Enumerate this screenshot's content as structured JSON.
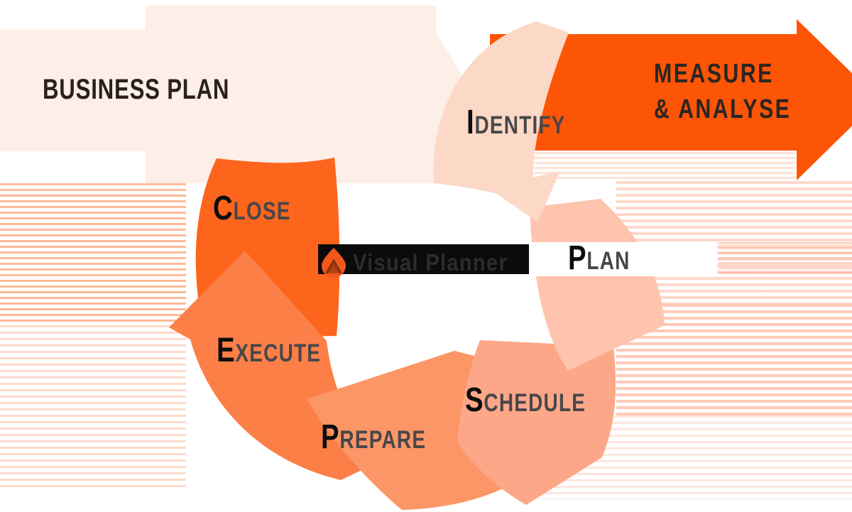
{
  "banner": {
    "label": "BUSINESS PLAN"
  },
  "measure_arrow": {
    "line1": "MEASURE",
    "line2": "& ANALYSE"
  },
  "logo": {
    "text": "Visual Planner",
    "icon": "flame-icon"
  },
  "cycle": {
    "direction": "clockwise",
    "steps": [
      {
        "id": "identify",
        "initial": "I",
        "rest": "DENTIFY"
      },
      {
        "id": "plan",
        "initial": "P",
        "rest": "LAN"
      },
      {
        "id": "schedule",
        "initial": "S",
        "rest": "CHEDULE"
      },
      {
        "id": "prepare",
        "initial": "P",
        "rest": "REPARE"
      },
      {
        "id": "execute",
        "initial": "E",
        "rest": "XECUTE"
      },
      {
        "id": "close",
        "initial": "C",
        "rest": "LOSE"
      }
    ]
  },
  "colors": {
    "banner_bg": "#fdeee7",
    "measure_orange": "#fd5506",
    "close": "#fd651c",
    "execute": "#fd7f48",
    "prepare": "#fc9667",
    "schedule": "#fda789",
    "plan": "#fec4ae",
    "identify": "#fcd8c6",
    "blob_white": "#ffffff",
    "logo_bar": "#0b0b0b",
    "flame_outer": "#f4571c",
    "flame_inner_dark": "#87330f",
    "flame_inner_mid": "#b4420f",
    "text_dark": "#0d0d0d",
    "text_gray": "#47474a"
  }
}
